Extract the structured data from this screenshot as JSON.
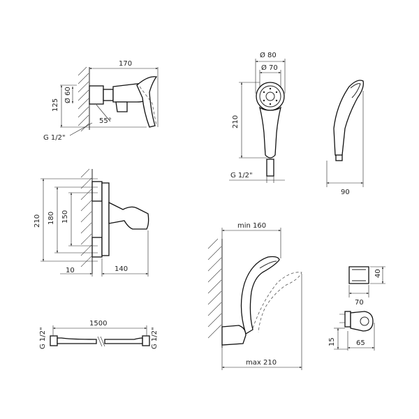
{
  "mixer_side": {
    "width": "170",
    "height": "125",
    "diameter": "Ø 60",
    "angle": "55°",
    "thread": "G 1/2\""
  },
  "mixer_front": {
    "total_height": "210",
    "height_180": "180",
    "height_150": "150",
    "offset": "10",
    "depth": "140"
  },
  "hand_shower": {
    "outer_diameter": "Ø 80",
    "inner_diameter": "Ø 70",
    "length": "210",
    "thread": "G 1/2\"",
    "side_width": "90"
  },
  "wall_holder": {
    "min_width": "min 160",
    "max_width": "max 210"
  },
  "holder_small": {
    "width": "70",
    "height": "40"
  },
  "holder_bracket": {
    "offset": "15",
    "width": "65"
  },
  "hose": {
    "length": "1500",
    "thread_left": "G 1/2\"",
    "thread_right": "G 1/2\""
  }
}
